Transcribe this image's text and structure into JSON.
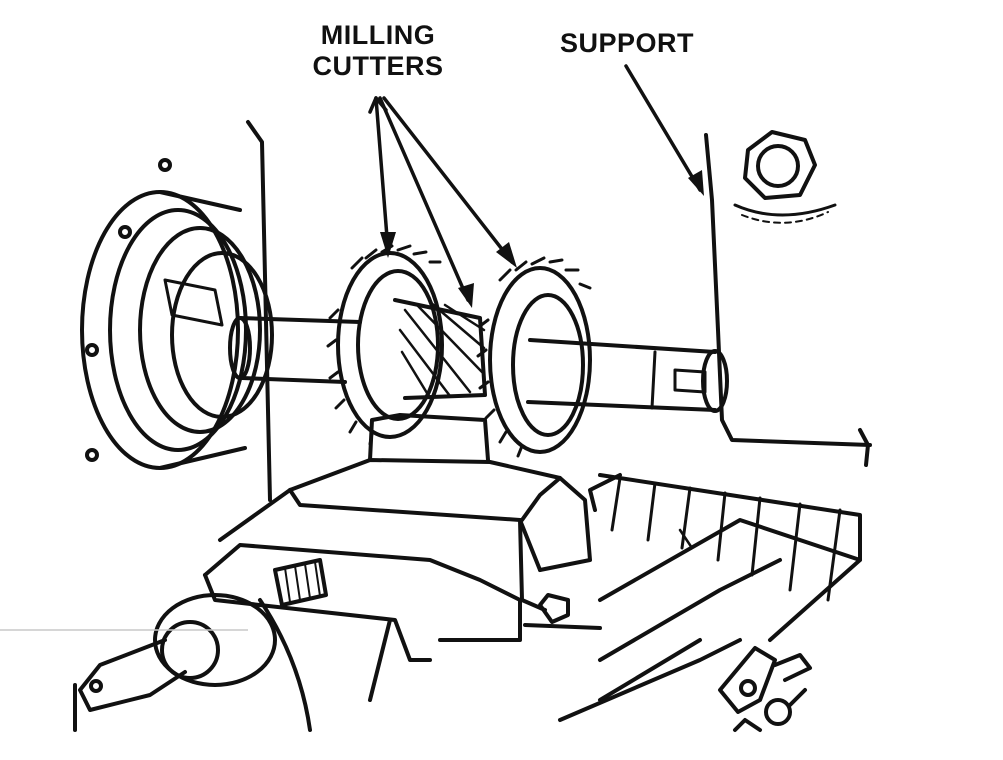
{
  "labels": {
    "milling_line1": "MILLING",
    "milling_line2": "CUTTERS",
    "support": "SUPPORT"
  },
  "colors": {
    "ink": "#111111",
    "background": "#ffffff"
  }
}
